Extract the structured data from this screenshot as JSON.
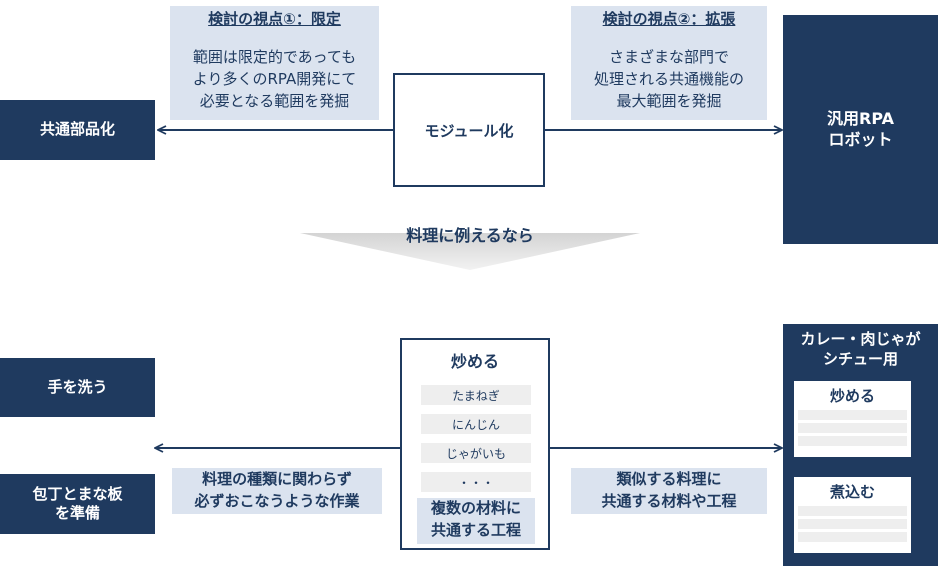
{
  "top": {
    "left_box": "共通部品化",
    "center_box": "モジュール化",
    "right_box_line1": "汎用RPA",
    "right_box_line2": "ロボット",
    "view1_title": "検討の視点①：限定",
    "view1_lines": [
      "範囲は限定的であっても",
      "より多くのRPA開発にて",
      "必要となる範囲を発掘"
    ],
    "view2_title": "検討の視点②：拡張",
    "view2_lines": [
      "さまざまな部門で",
      "処理される共通機能の",
      "最大範囲を発掘"
    ]
  },
  "middle": {
    "label": "料理に例えるなら"
  },
  "bottom": {
    "left_box1": "手を洗う",
    "left_box2_line1": "包丁とまな板",
    "left_box2_line2": "を準備",
    "left_note_line1": "料理の種類に関わらず",
    "left_note_line2": "必ずおこなうような作業",
    "center_title": "炒める",
    "center_items": [
      "たまねぎ",
      "にんじん",
      "じゃがいも",
      "・・・"
    ],
    "center_note_line1": "複数の材料に",
    "center_note_line2": "共通する工程",
    "right_note_line1": "類似する料理に",
    "right_note_line2": "共通する材料や工程",
    "right_title_line1": "カレー・肉じゃが",
    "right_title_line2": "シチュー用",
    "right_step1": "炒める",
    "right_step2": "煮込む"
  },
  "colors": {
    "navy": "#1f3a5f",
    "light_blue": "#dbe3ef",
    "gray": "#eeeeee"
  }
}
